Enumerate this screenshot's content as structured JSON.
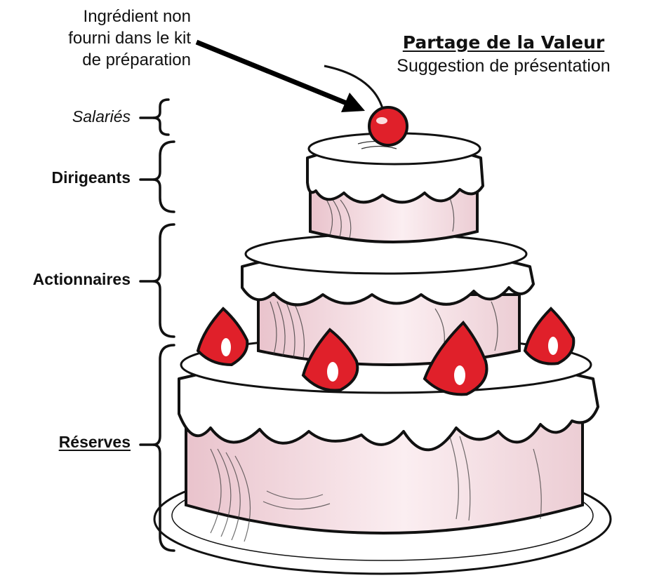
{
  "annotation": {
    "line1": "Ingrédient non",
    "line2": "fourni dans le kit",
    "line3": "de préparation"
  },
  "title": "Partage de la Valeur",
  "subtitle": "Suggestion de présentation",
  "tiers": {
    "salaries": "Salariés",
    "dirigeants": "Dirigeants",
    "actionnaires": "Actionnaires",
    "reserves": "Réserves"
  },
  "colors": {
    "frosting": "#ffffff",
    "cake_pink": "#f3dde2",
    "cherry_red": "#e0202a",
    "outline": "#111111"
  },
  "icons": {
    "cherry": "cherry-icon",
    "strawberry": "strawberry-icon",
    "cake": "cake-icon"
  }
}
